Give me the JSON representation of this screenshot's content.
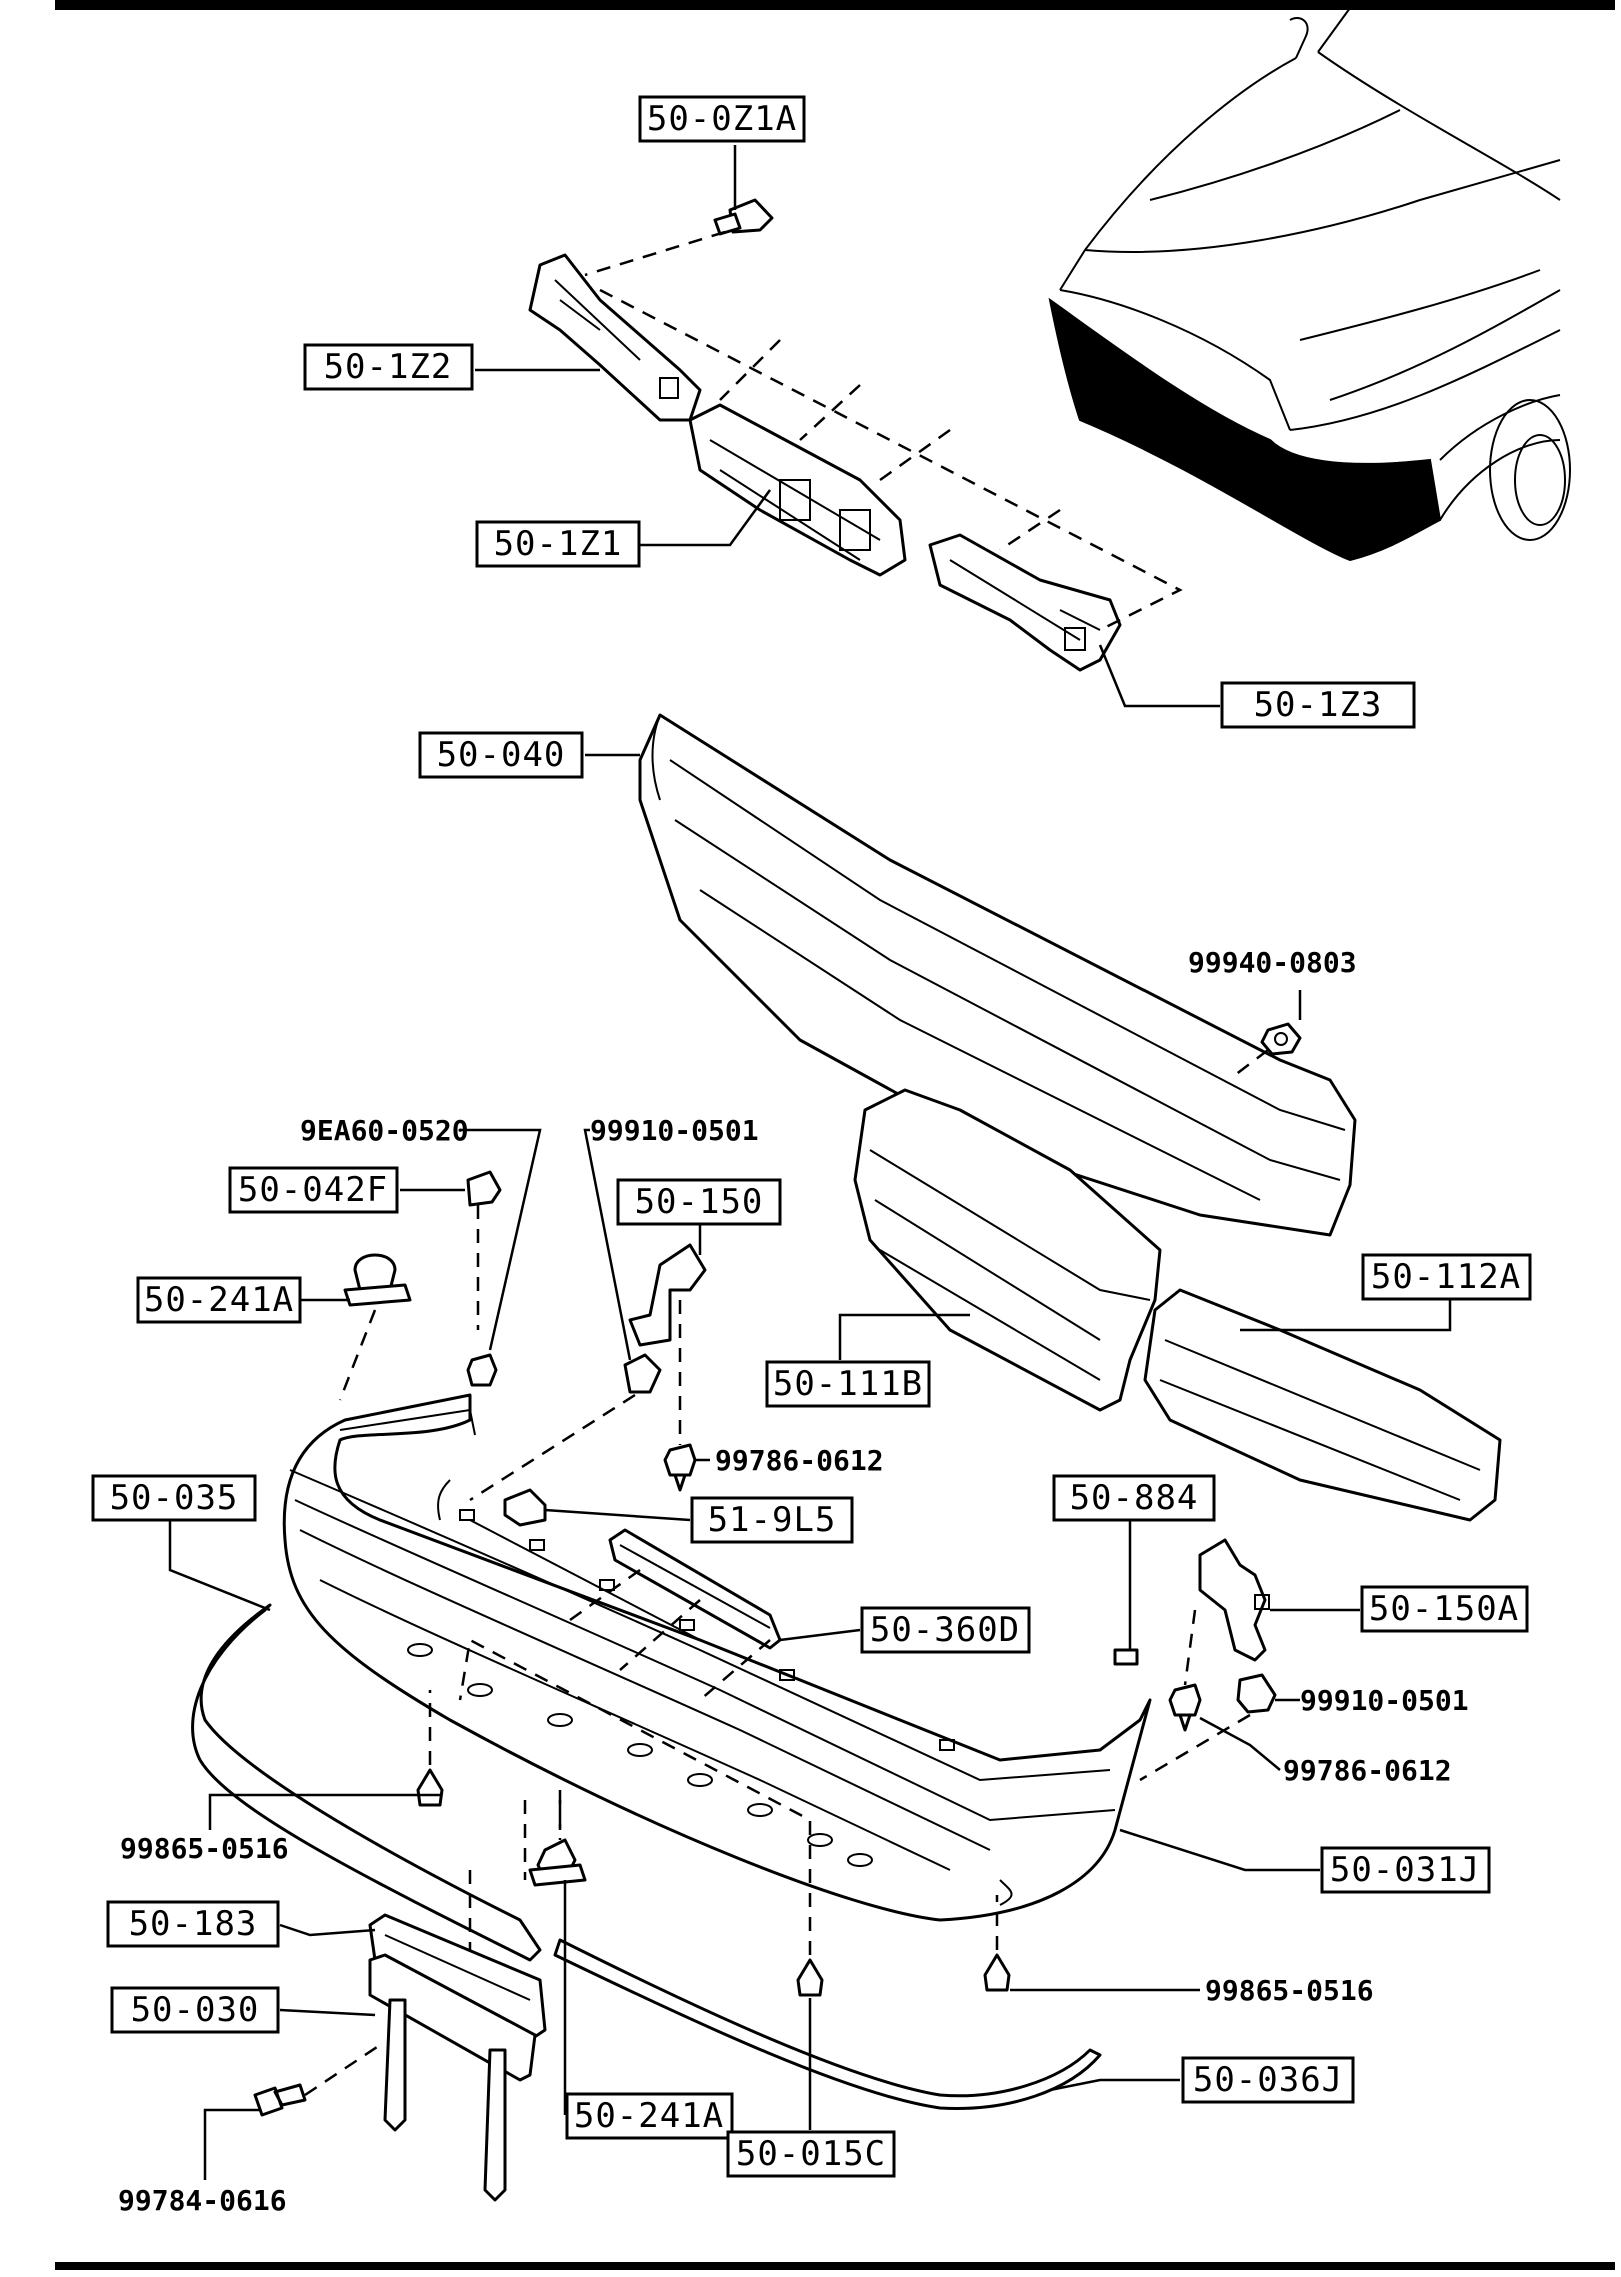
{
  "boxed_labels": {
    "b_50_0Z1A": "50-0Z1A",
    "b_50_1Z2": "50-1Z2",
    "b_50_1Z1": "50-1Z1",
    "b_50_1Z3": "50-1Z3",
    "b_50_040": "50-040",
    "b_50_042F": "50-042F",
    "b_50_150": "50-150",
    "b_50_241A_top": "50-241A",
    "b_50_112A": "50-112A",
    "b_50_111B": "50-111B",
    "b_50_035": "50-035",
    "b_51_9L5": "51-9L5",
    "b_50_884": "50-884",
    "b_50_150A": "50-150A",
    "b_50_360D": "50-360D",
    "b_50_031J": "50-031J",
    "b_50_183": "50-183",
    "b_50_030": "50-030",
    "b_50_036J": "50-036J",
    "b_50_241A_bottom": "50-241A",
    "b_50_015C": "50-015C"
  },
  "plain_labels": {
    "p_99940_0803": "99940-0803",
    "p_9EA60_0520": "9EA60-0520",
    "p_99910_0501_top": "99910-0501",
    "p_99786_0612_mid": "99786-0612",
    "p_99910_0501_right": "99910-0501",
    "p_99786_0612_right": "99786-0612",
    "p_99865_0516_left": "99865-0516",
    "p_99865_0516_right": "99865-0516",
    "p_99784_0616": "99784-0616"
  }
}
